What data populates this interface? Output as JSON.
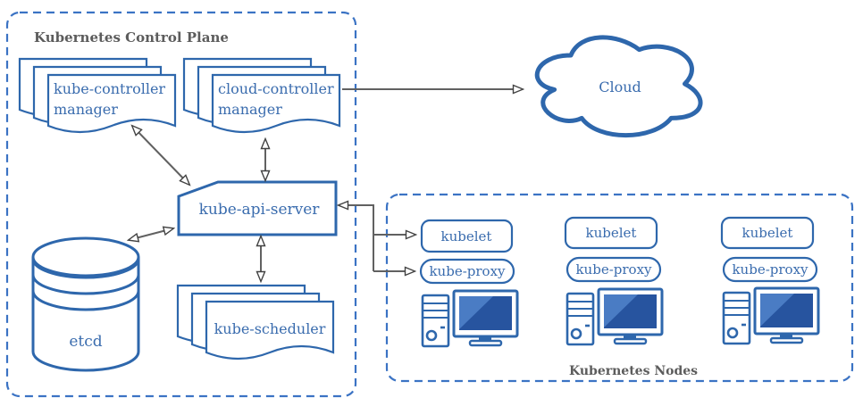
{
  "diagram": {
    "control_plane": {
      "title": "Kubernetes Control Plane",
      "kube_controller_manager": {
        "line1": "kube-controller",
        "line2": "manager"
      },
      "cloud_controller_manager": {
        "line1": "cloud-controller",
        "line2": "manager"
      },
      "kube_api_server": {
        "label": "kube-api-server"
      },
      "etcd": {
        "label": "etcd"
      },
      "kube_scheduler": {
        "label": "kube-scheduler"
      }
    },
    "cloud": {
      "label": "Cloud"
    },
    "nodes": {
      "title": "Kubernetes Nodes",
      "items": [
        {
          "kubelet_label": "kubelet",
          "kube_proxy_label": "kube-proxy"
        },
        {
          "kubelet_label": "kubelet",
          "kube_proxy_label": "kube-proxy"
        },
        {
          "kubelet_label": "kubelet",
          "kube_proxy_label": "kube-proxy"
        }
      ]
    },
    "colors": {
      "shape_blue": "#2e67ac",
      "dashed_border_blue": "#3b73c4",
      "label_blue": "#3a6cae",
      "title_gray": "#5c5c5c",
      "arrow_gray": "#616161",
      "screen_dark_blue": "#27549f",
      "screen_light_blue": "#4a7cc4"
    }
  }
}
